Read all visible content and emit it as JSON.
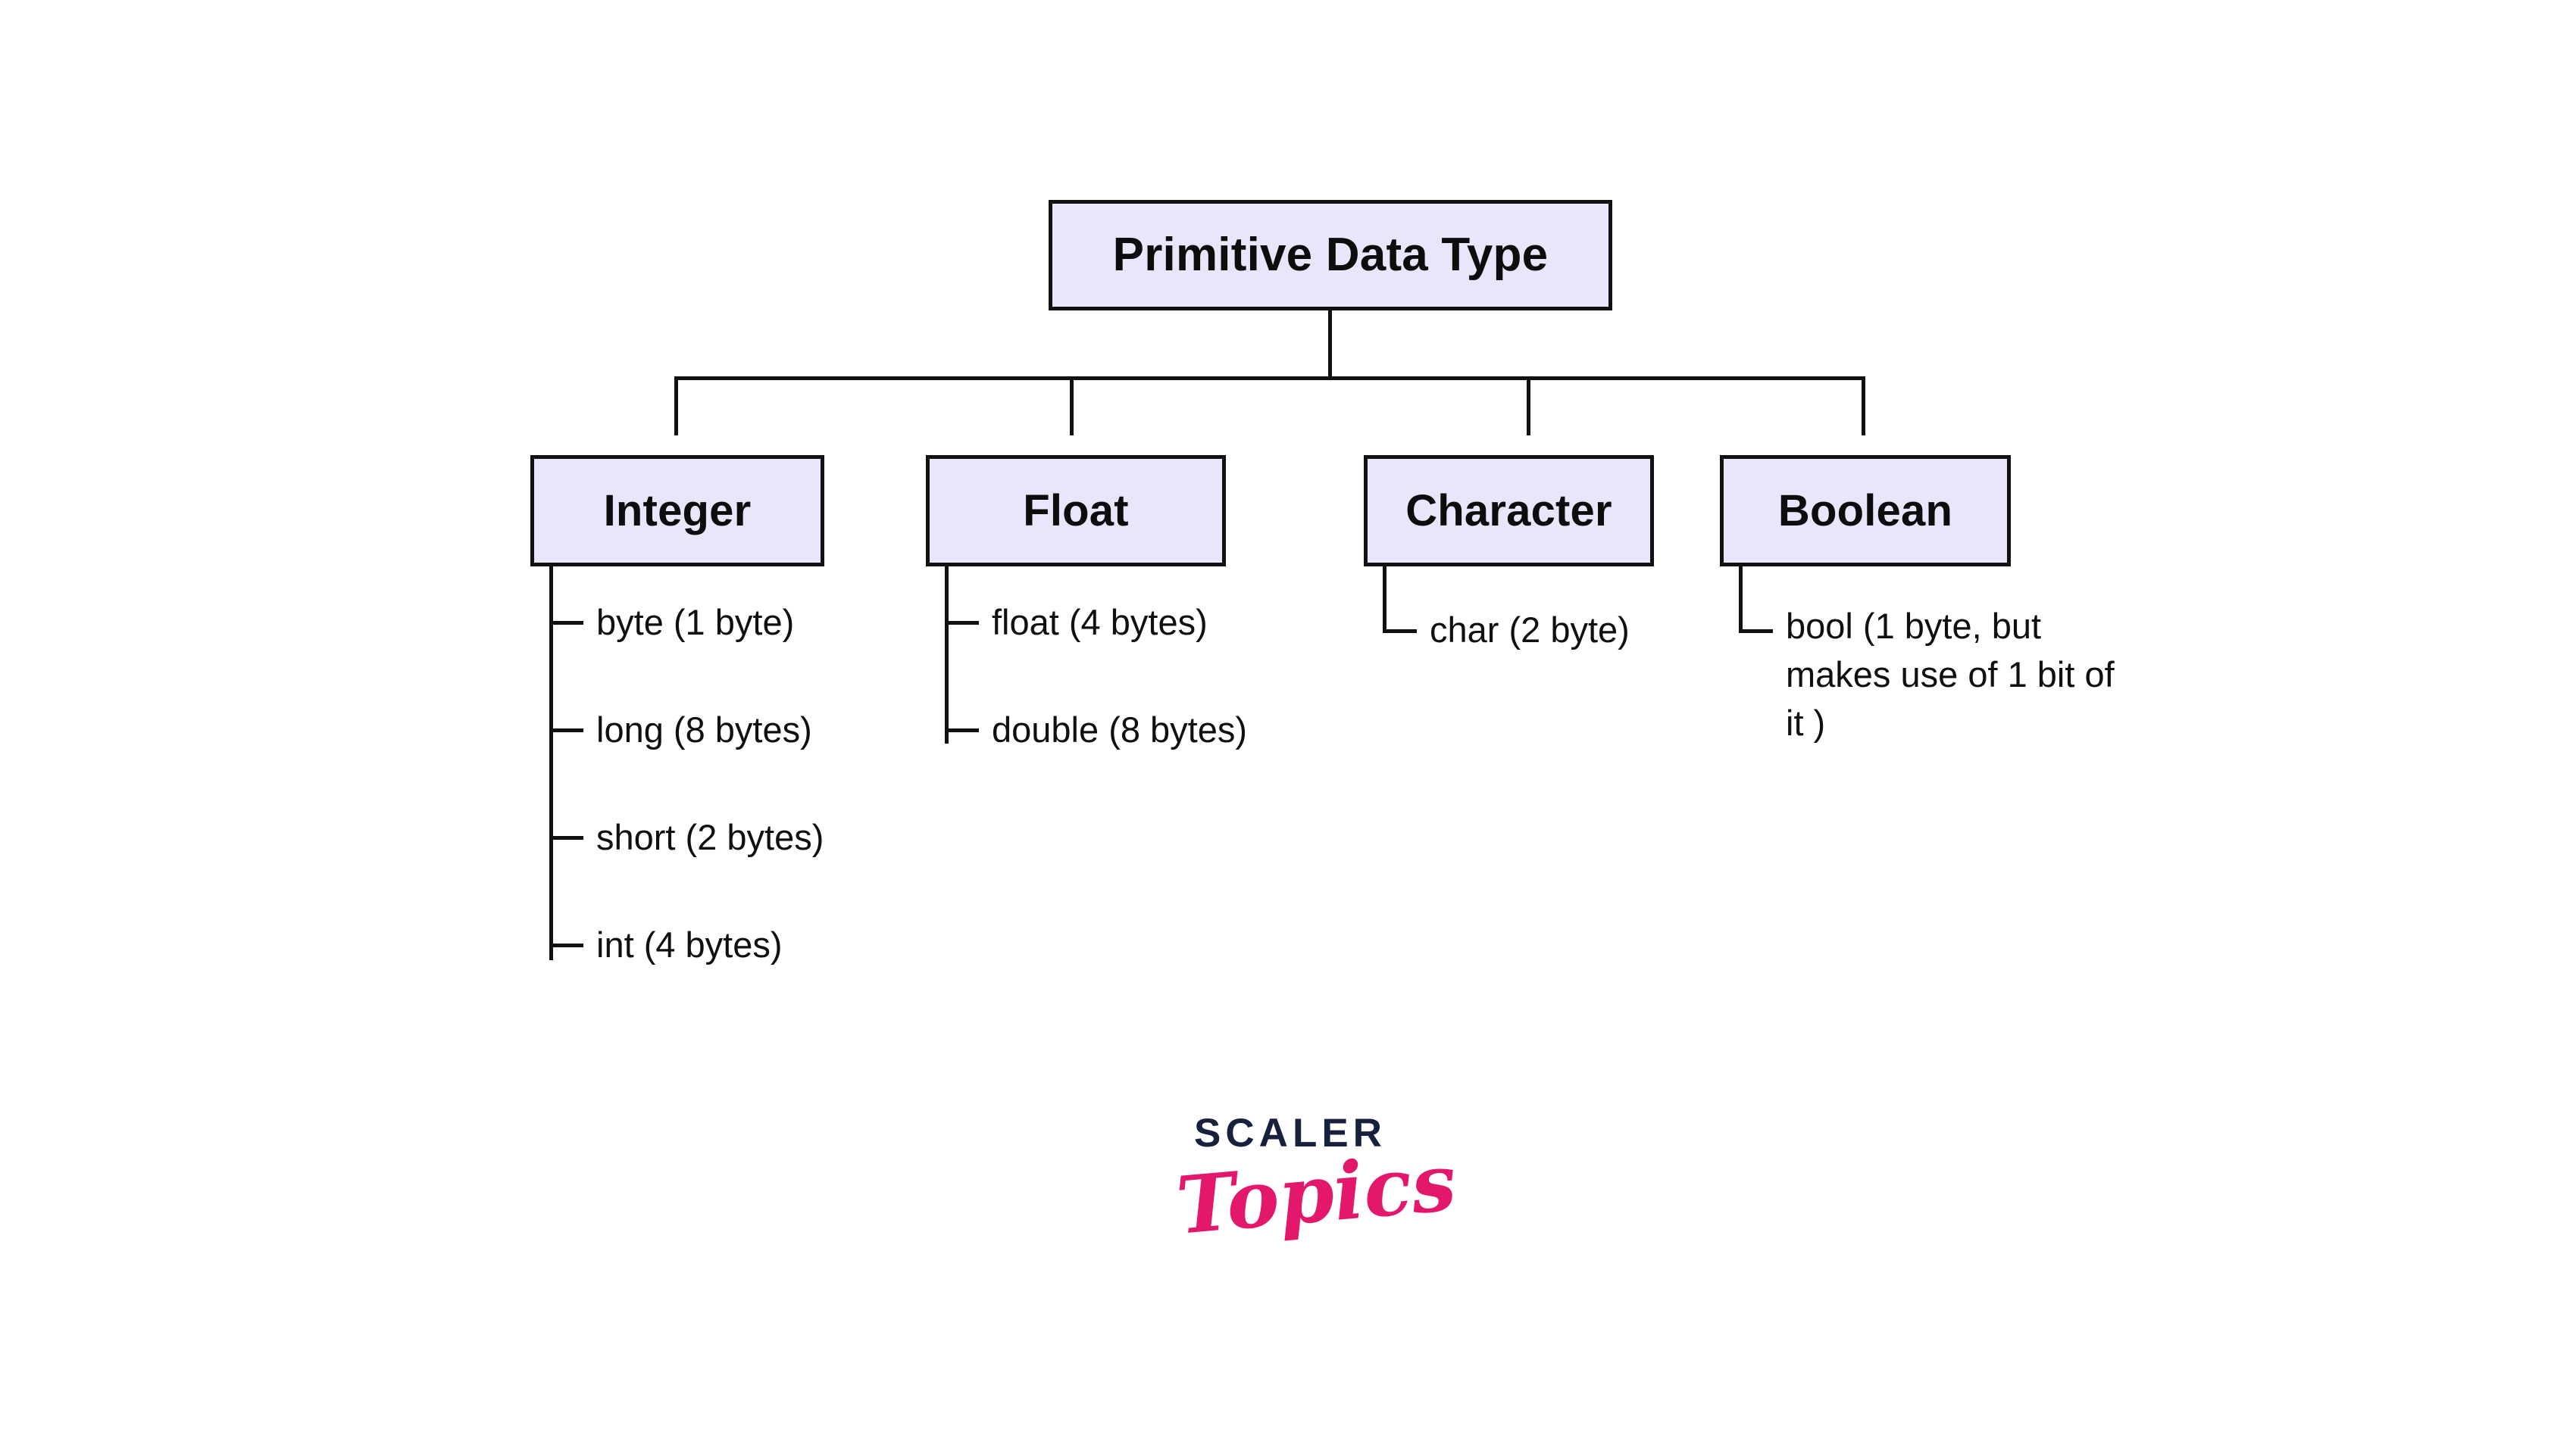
{
  "diagram": {
    "title": "Primitive Data Type",
    "type": "tree",
    "root": {
      "label": "Primitive Data Type"
    },
    "branches": [
      {
        "label": "Integer",
        "leaves": [
          "byte (1 byte)",
          "long (8 bytes)",
          "short (2 bytes)",
          "int (4 bytes)"
        ]
      },
      {
        "label": "Float",
        "leaves": [
          "float (4 bytes)",
          "double (8 bytes)"
        ]
      },
      {
        "label": "Character",
        "leaves": [
          "char (2 byte)"
        ]
      },
      {
        "label": "Boolean",
        "leaves": [
          "bool (1 byte, but makes use of 1 bit of it )"
        ]
      }
    ]
  },
  "logo": {
    "wordmark": "SCALER",
    "script": "Topics"
  },
  "colors": {
    "node_fill": "#e8e6fb",
    "node_border": "#111111",
    "text": "#101010",
    "logo_dark": "#17203c",
    "logo_pink": "#e3186c",
    "background": "#ffffff"
  }
}
